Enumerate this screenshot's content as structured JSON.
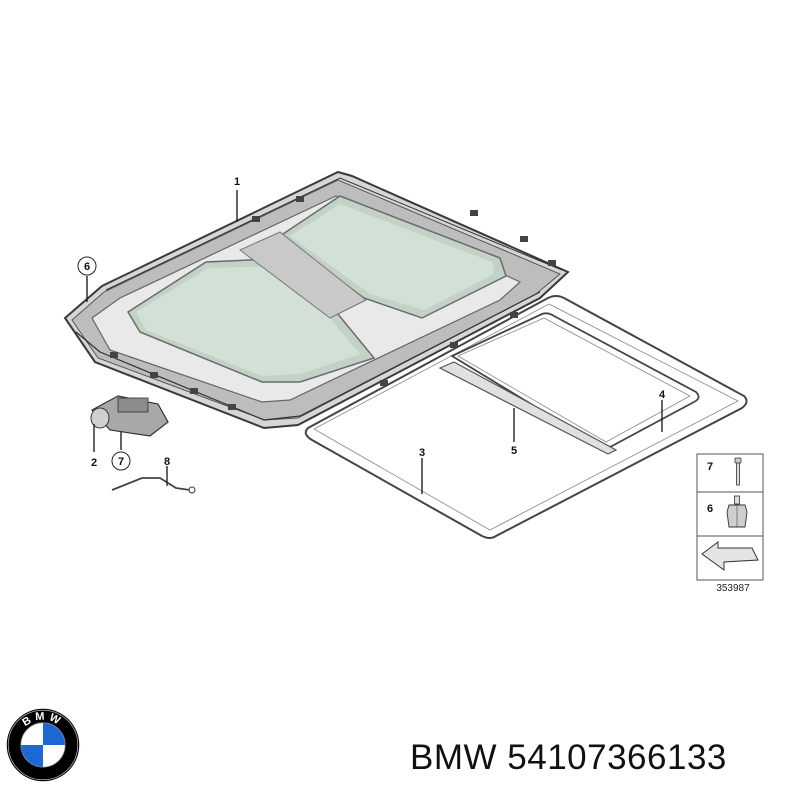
{
  "diagram": {
    "callouts": {
      "c1": "1",
      "c2": "2",
      "c3": "3",
      "c4": "4",
      "c5": "5",
      "c6": "6",
      "c7": "7",
      "c8": "8"
    },
    "legend": {
      "row7_label": "7",
      "row6_label": "6",
      "reference_number": "353987"
    }
  },
  "footer": {
    "part_number_text": "BMW 54107366133",
    "logo": {
      "text": "BMW",
      "colors": {
        "ring": "#000000",
        "blue": "#1c69d4",
        "white": "#ffffff"
      }
    }
  }
}
